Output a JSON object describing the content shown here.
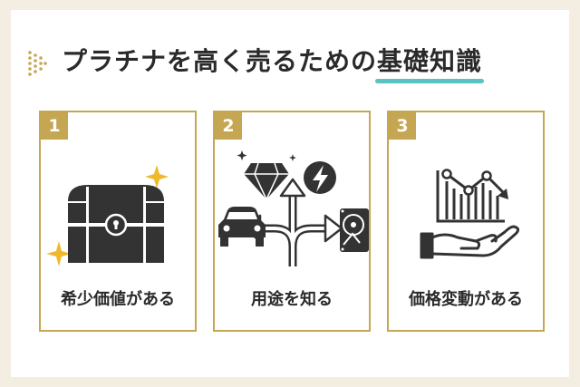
{
  "title": {
    "main": "プラチナを高く売るための",
    "highlight": "基礎知識"
  },
  "colors": {
    "background": "#f3ede2",
    "gold": "#c5a652",
    "accent_teal": "#58c3c2",
    "icon_dark": "#333333",
    "text": "#2a2a2a"
  },
  "cards": [
    {
      "number": "1",
      "label": "希少価値がある",
      "icon": "treasure-chest-icon"
    },
    {
      "number": "2",
      "label": "用途を知る",
      "icon": "branching-uses-icon"
    },
    {
      "number": "3",
      "label": "価格変動がある",
      "icon": "price-chart-hand-icon"
    }
  ]
}
